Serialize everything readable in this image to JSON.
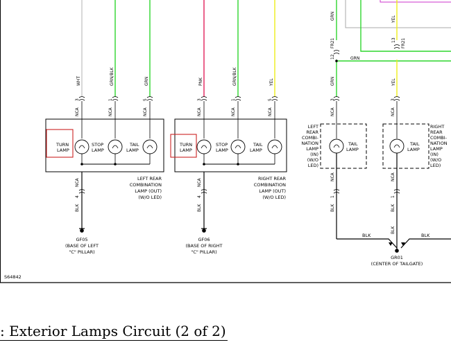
{
  "colors": {
    "wht": "#c8c8c8",
    "grn_blk": "#2dd52d",
    "grn": "#2dd52d",
    "pnk": "#e0205a",
    "yel": "#eeee1a",
    "blk": "#000000",
    "highlight": "#cc2222",
    "magenta": "#cc33cc",
    "gray_box": "#aaaaaa"
  },
  "diagram": {
    "id": "S64842",
    "wires": {
      "wht": "WHT",
      "grn_blk": "GRN/BLK",
      "grn": "GRN",
      "pnk": "PNK",
      "yel": "YEL",
      "blk": "BLK"
    },
    "connector_nca": "NCA",
    "connector_fr21": "FR21",
    "pins": {
      "p1": "1",
      "p3": "3",
      "p4": "4",
      "p5": "5",
      "p12": "12",
      "p13": "13"
    },
    "lamp_labels": {
      "turn_1": "TURN",
      "turn_2": "LAMP",
      "stop_1": "STOP",
      "stop_2": "LAMP",
      "tail_1": "TAIL",
      "tail_2": "LAMP"
    },
    "left_rear": [
      "LEFT REAR",
      "COMBINATION",
      "LAMP (OUT)",
      "(W/O LED)"
    ],
    "right_rear": [
      "RIGHT REAR",
      "COMBINATION",
      "LAMP (OUT)",
      "(W/O LED)"
    ],
    "left_rear_in": [
      "LEFT",
      "REAR",
      "COMBI-",
      "NATION",
      "LAMP",
      "(IN)",
      "(W/O",
      "LED)"
    ],
    "right_rear_in": [
      "RIGHT",
      "REAR",
      "COMBI-",
      "NATION",
      "LAMP",
      "(IN)",
      "(W/O",
      "LED)"
    ],
    "gf05": [
      "GF05",
      "(BASE OF LEFT",
      "\"C\" PILLAR)"
    ],
    "gf06": [
      "GF06",
      "(BASE OF RIGHT",
      "\"C\" PILLAR)"
    ],
    "gr01": [
      "GR01",
      "(CENTER OF TAILGATE)"
    ]
  },
  "caption": ": Exterior Lamps Circuit (2 of 2)"
}
